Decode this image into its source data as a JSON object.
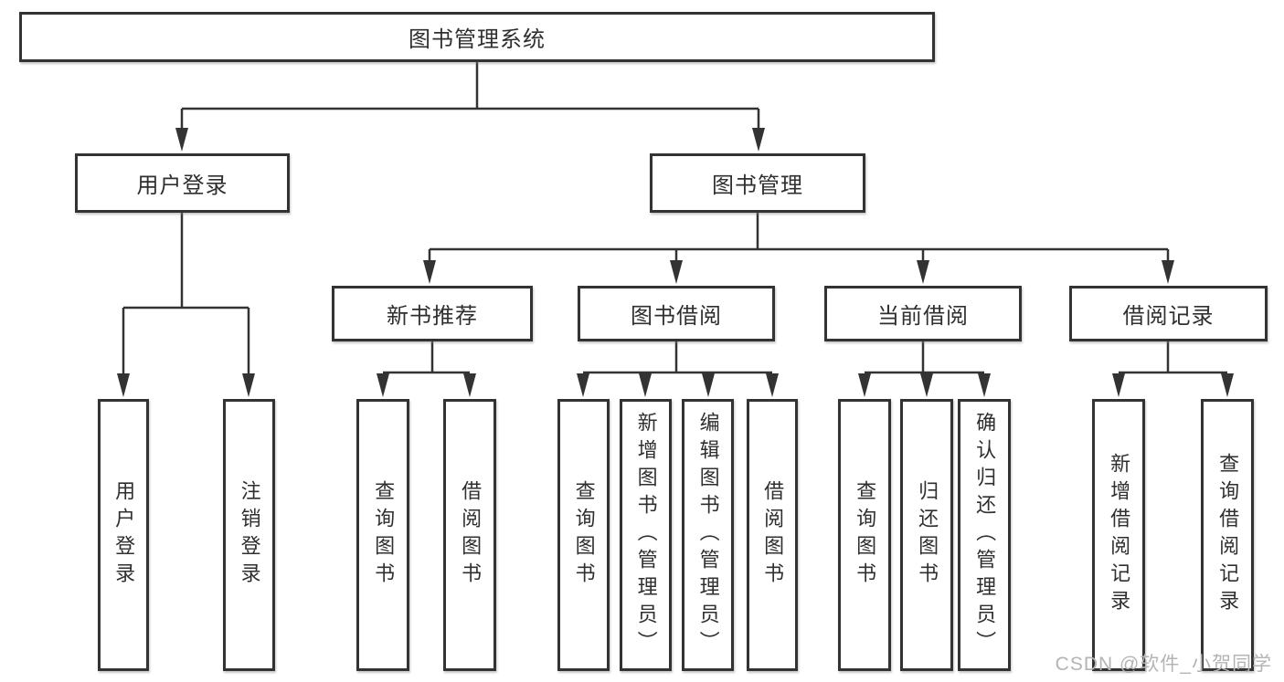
{
  "title": "图书管理系统",
  "colors": {
    "line": "#333333",
    "box_border": "#333333",
    "box_fill": "#ffffff",
    "text": "#2f2f2f",
    "watermark": "#b4b4b4",
    "background": "#ffffff"
  },
  "tree": {
    "label": "图书管理系统",
    "children": [
      {
        "label": "用户登录",
        "children": [
          {
            "label": "用户登录"
          },
          {
            "label": "注销登录"
          }
        ]
      },
      {
        "label": "图书管理",
        "children": [
          {
            "label": "新书推荐",
            "children": [
              {
                "label": "查询图书"
              },
              {
                "label": "借阅图书"
              }
            ]
          },
          {
            "label": "图书借阅",
            "children": [
              {
                "label": "查询图书"
              },
              {
                "label": "新增图书（管理员）"
              },
              {
                "label": "编辑图书（管理员）"
              },
              {
                "label": "借阅图书"
              }
            ]
          },
          {
            "label": "当前借阅",
            "children": [
              {
                "label": "查询图书"
              },
              {
                "label": "归还图书"
              },
              {
                "label": "确认归还（管理员）"
              }
            ]
          },
          {
            "label": "借阅记录",
            "children": [
              {
                "label": "新增借阅记录"
              },
              {
                "label": "查询借阅记录"
              }
            ]
          }
        ]
      }
    ]
  },
  "watermark": {
    "text": "CSDN @软件_小贺同学"
  }
}
